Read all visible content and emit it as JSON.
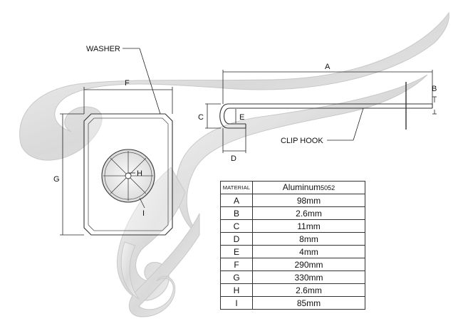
{
  "labels": {
    "washer": "WASHER",
    "clip_hook": "CLIP HOOK",
    "a": "A",
    "b": "B",
    "c": "C",
    "d": "D",
    "e": "E",
    "f": "F",
    "g": "G",
    "h": "H",
    "i": "I"
  },
  "table": {
    "header_key": "MATERIAL",
    "header_value": "Aluminum",
    "header_value_suffix": "5052",
    "rows": [
      {
        "key": "A",
        "value": "98mm"
      },
      {
        "key": "B",
        "value": "2.6mm"
      },
      {
        "key": "C",
        "value": "11mm"
      },
      {
        "key": "D",
        "value": "8mm"
      },
      {
        "key": "E",
        "value": "4mm"
      },
      {
        "key": "F",
        "value": "290mm"
      },
      {
        "key": "G",
        "value": "330mm"
      },
      {
        "key": "H",
        "value": "2.6mm"
      },
      {
        "key": "I",
        "value": "85mm"
      }
    ]
  }
}
